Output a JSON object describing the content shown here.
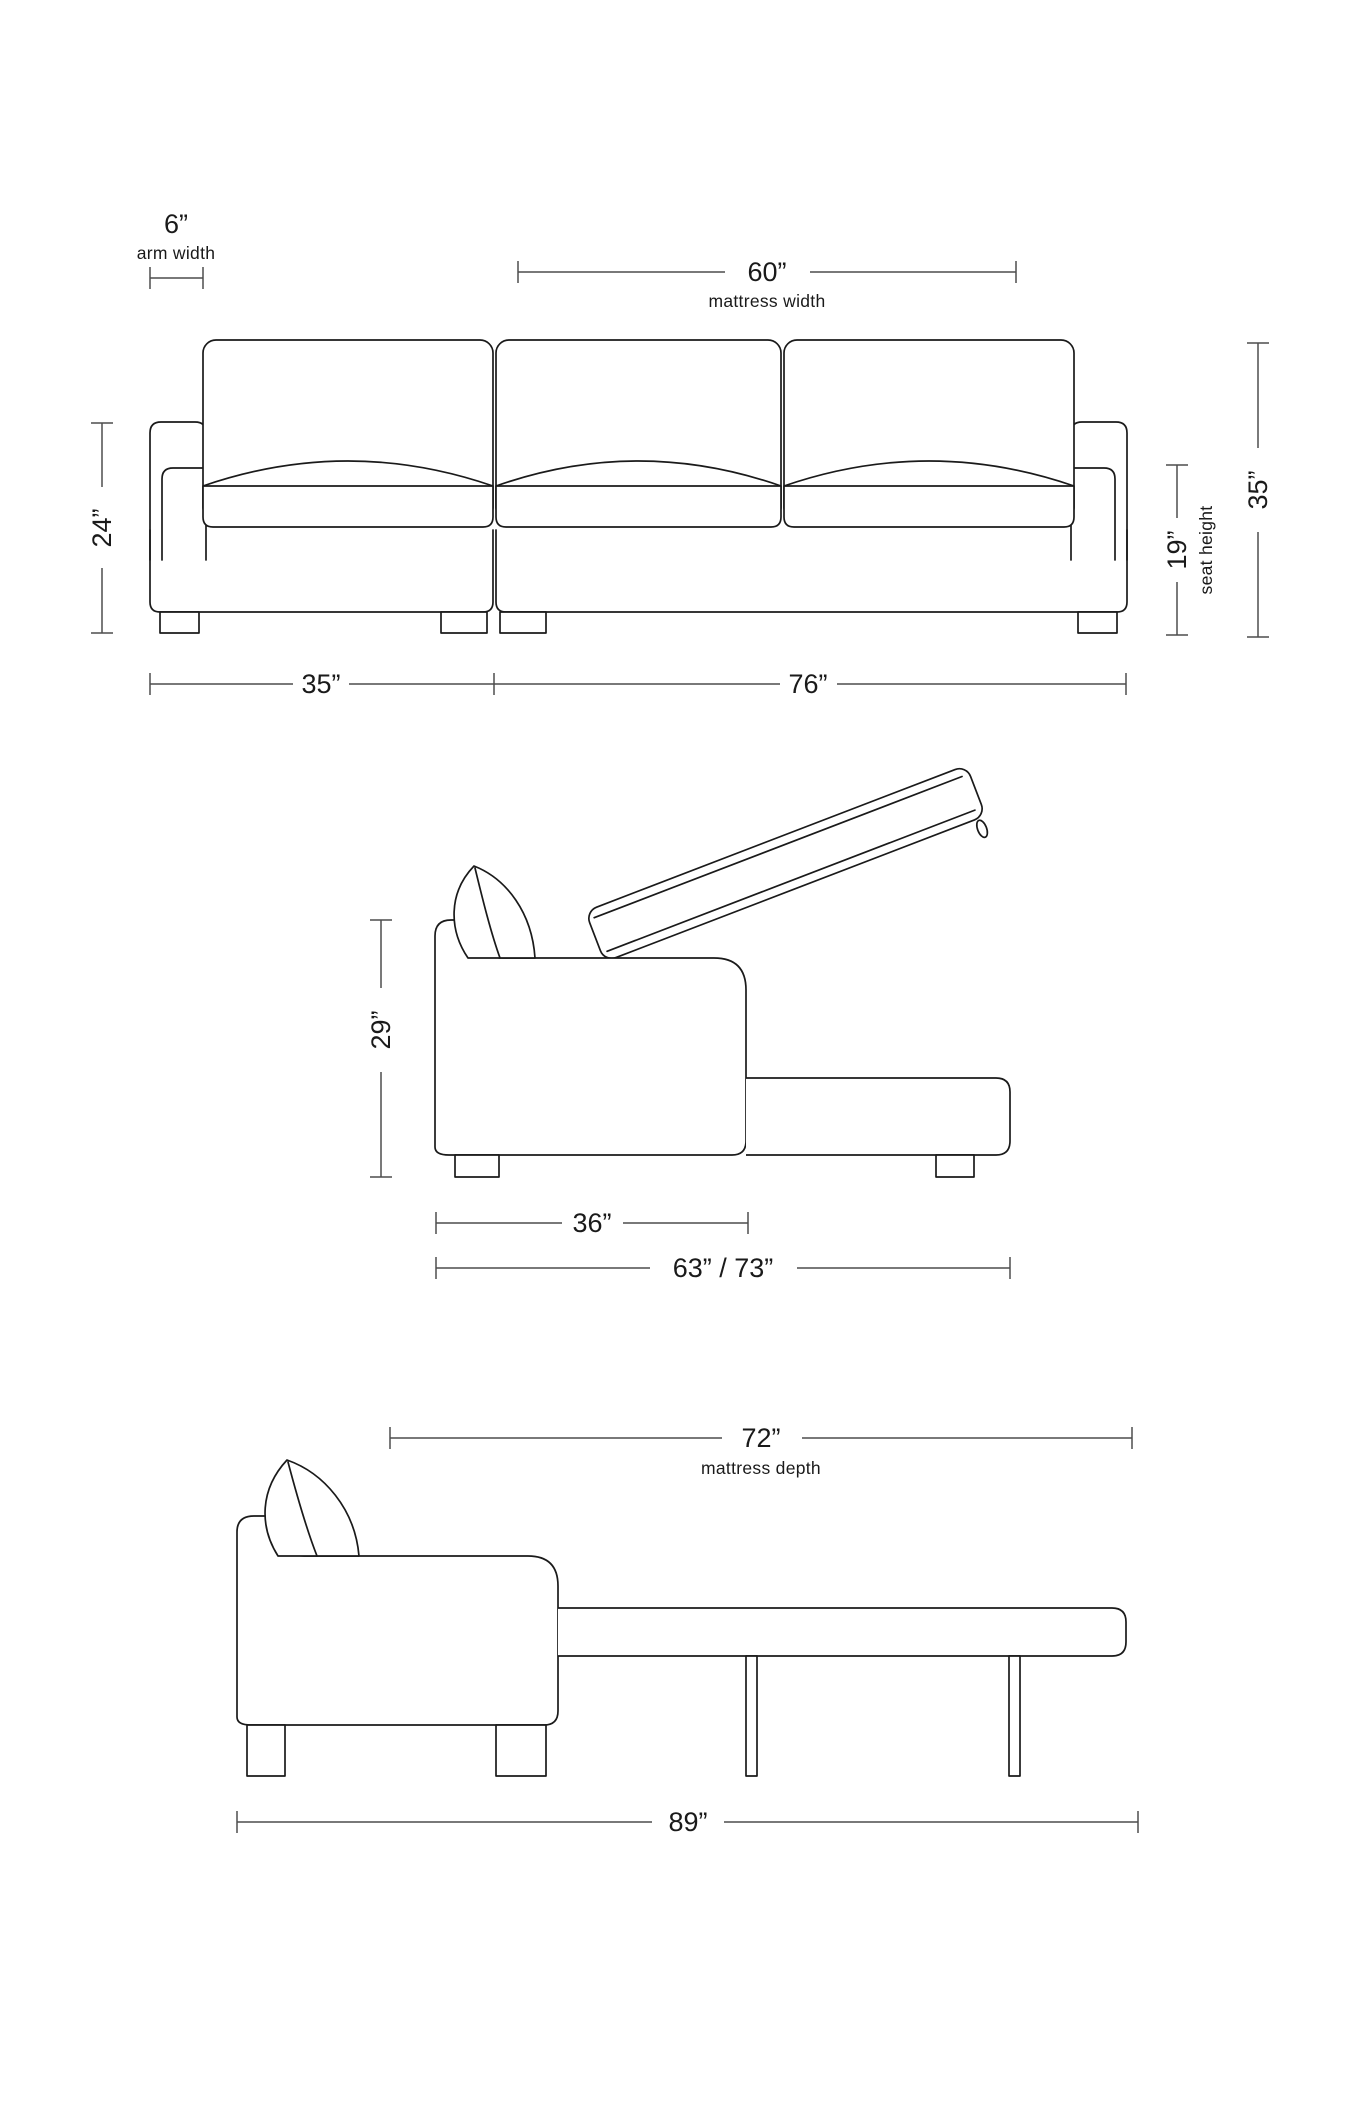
{
  "diagram_title": "sleeper sofa dimension diagram",
  "colors": {
    "line": "#1a1a1a",
    "dimension_line": "#4d4d4d",
    "background": "#ffffff"
  },
  "labels": {
    "front": {
      "arm_width": "6”",
      "arm_width_caption": "arm width",
      "mattress_width": "60”",
      "mattress_width_caption": "mattress width",
      "back_height": "24”",
      "seat_height": "19”",
      "seat_height_caption": "seat height",
      "overall_height": "35”",
      "left_section_width": "35”",
      "right_section_width": "76”"
    },
    "side": {
      "overall_height": "29”",
      "seat_depth": "36”",
      "open_depth": "63” / 73”"
    },
    "bed": {
      "mattress_depth": "72”",
      "mattress_depth_caption": "mattress depth",
      "overall_depth": "89”"
    }
  }
}
